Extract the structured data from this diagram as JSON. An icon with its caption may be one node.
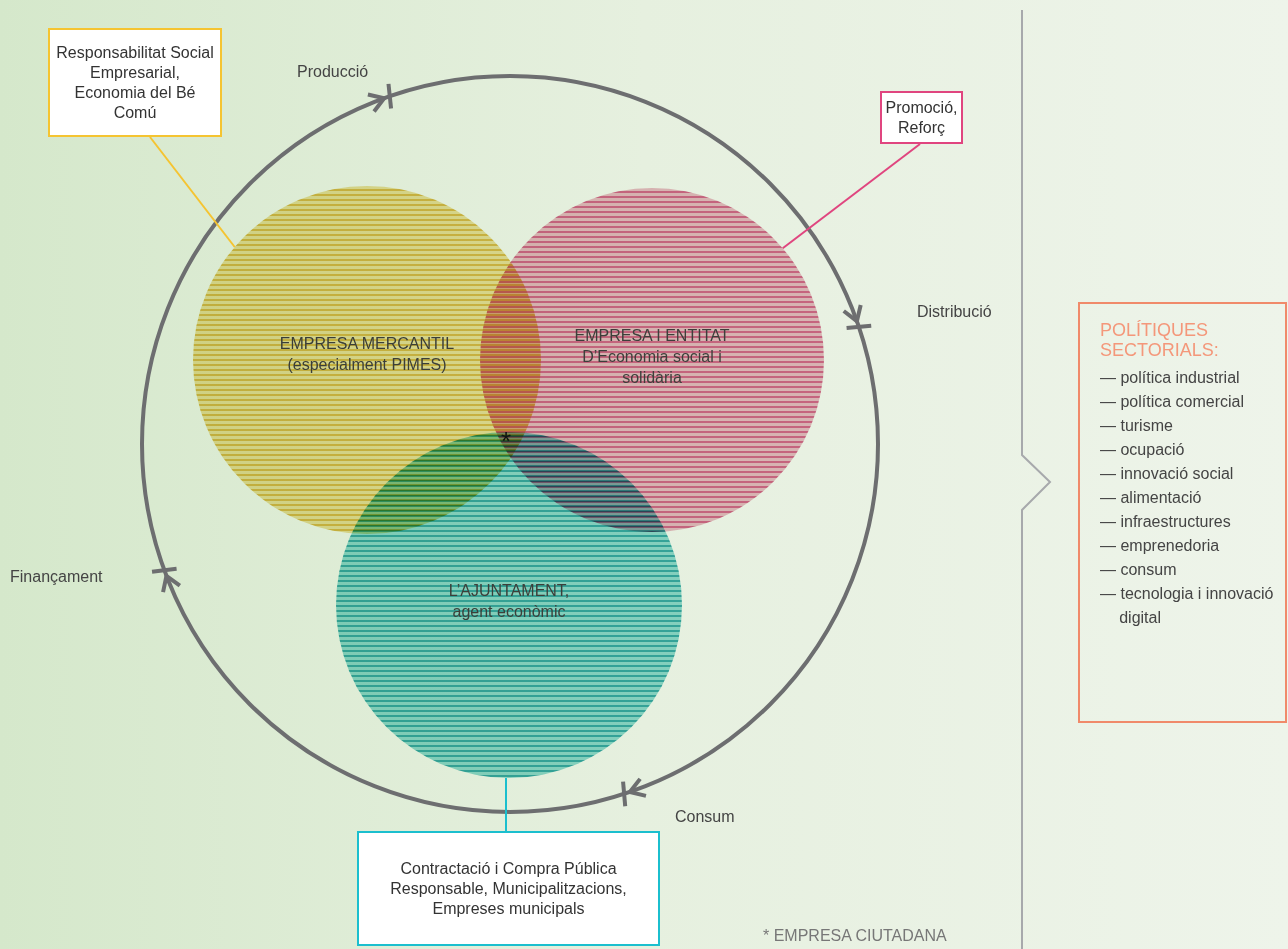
{
  "diagram": {
    "nodes": [
      {
        "text": [
          "Responsabilitat Social Empresarial, Economia del Bé Comú"
        ]
      },
      {
        "text": [
          "Promoció, Reforç"
        ]
      },
      {
        "text": [
          "Contractació i Compra Pública Responsable, Municipalitzacions, Empreses municipals"
        ]
      },
      {
        "text": [
          "EMPRESA MERCANTIL",
          "(especialment PIMES)"
        ]
      },
      {
        "text": [
          "EMPRESA I ENTITAT",
          "D’Economia social i solidària"
        ]
      },
      {
        "text": [
          "L’AJUNTAMENT,",
          "agent econòmic"
        ]
      },
      {
        "text": [
          "POLÍTIQUES SECTORIALS:",
          "— política industrial",
          "— política comercial",
          "— turisme",
          "— ocupació",
          "— innovació social",
          "— alimentació",
          "— infraestructures",
          "— emprenedoria",
          "— consum",
          "— tecnologia i innovació digital"
        ]
      }
    ],
    "edges": [
      {
        "from": 0,
        "to": 3,
        "arrow": "none",
        "color": "#f5c431"
      },
      {
        "from": 1,
        "to": 4,
        "arrow": "none",
        "color": "#e0457f"
      },
      {
        "from": 2,
        "to": 5,
        "arrow": "none",
        "color": "#1bbfce"
      }
    ],
    "labels": [
      "Producció",
      "Distribució",
      "Finançament",
      "Consum",
      "*",
      "* EMPRESA CIUTADANA"
    ]
  }
}
